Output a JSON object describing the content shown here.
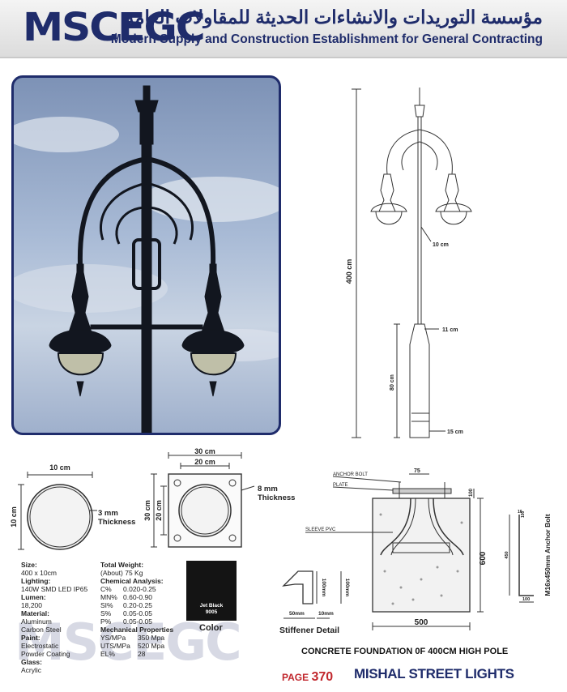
{
  "header": {
    "logo": "MSCEGC",
    "arabic_title": "مؤسسة التوريدات والانشاءات الحديثة للمقاولات العامة",
    "english_title": "Modern Supply and Construction Establishment for General Contracting"
  },
  "pole_drawing": {
    "height_label": "400 cm",
    "pole_top_dia": "10 cm",
    "pole_mid_dia": "11 cm",
    "base_height": "80 cm",
    "base_dia": "15 cm"
  },
  "pole_section": {
    "width": "10 cm",
    "height": "10 cm",
    "thickness_value": "3 mm",
    "thickness_word": "Thickness"
  },
  "base_plate": {
    "outer_width": "30 cm",
    "inner_width": "20 cm",
    "outer_height": "30 cm",
    "inner_height": "20 cm",
    "thickness_value": "8 mm",
    "thickness_word": "Thickness"
  },
  "foundation": {
    "anchor_bolt": "ANCHOR BOLT",
    "plate": "PLATE",
    "sleeve": "SLEEVE  PVC",
    "top_dim": "75",
    "plate_dim": "100",
    "depth": "600",
    "width": "500",
    "bolt_size": "M16x450mm Anchor Bolt",
    "bolt_len": "450",
    "bolt_hook": "100",
    "bolt_top": "16",
    "bolt_top2": "100",
    "stiffener_h1": "100mm",
    "stiffener_h2": "100mm",
    "stiffener_w1": "50mm",
    "stiffener_w2": "10mm",
    "stiffener_label": "Stiffener Detail",
    "title": "CONCRETE FOUNDATION 0F 400CM HIGH POLE"
  },
  "specs_left": [
    {
      "label": "Size:",
      "value": "400 x 10cm"
    },
    {
      "label": "Lighting:",
      "value": "140W SMD LED IP65"
    },
    {
      "label": "Lumen:",
      "value": "18,200"
    },
    {
      "label": "Material:",
      "value": "Aluminum"
    },
    {
      "label": "",
      "value": "Carbon Steel"
    },
    {
      "label": "Paint:",
      "value": "Electrostatic"
    },
    {
      "label": "",
      "value": "Powder Coating"
    },
    {
      "label": "Glass:",
      "value": "Acrylic"
    }
  ],
  "specs_right": {
    "weight_label": "Total Weight:",
    "weight_value": "(About) 75 Kg",
    "chem_label": "Chemical Analysis:",
    "chem": [
      {
        "k": "C%",
        "v": "0.020-0.25"
      },
      {
        "k": "MN%",
        "v": "0.60-0.90"
      },
      {
        "k": "SI%",
        "v": "0.20-0.25"
      },
      {
        "k": "S%",
        "v": "0.05-0.05"
      },
      {
        "k": "P%",
        "v": "0.05-0.05"
      }
    ],
    "mech_label": "Mechanical Properties",
    "mech": [
      {
        "k": "YS/MPa",
        "v": "350 Mpa"
      },
      {
        "k": "UTS/MPa",
        "v": "520 Mpa"
      },
      {
        "k": "EL%",
        "v": "28"
      }
    ]
  },
  "color_swatch": {
    "name": "Jet Black",
    "code": "9005",
    "label": "Color",
    "hex": "#141414"
  },
  "footer": {
    "watermark": "MSCEGC",
    "page_word": "PAGE",
    "page_number": "370",
    "brand": "MISHAL STREET LIGHTS"
  }
}
